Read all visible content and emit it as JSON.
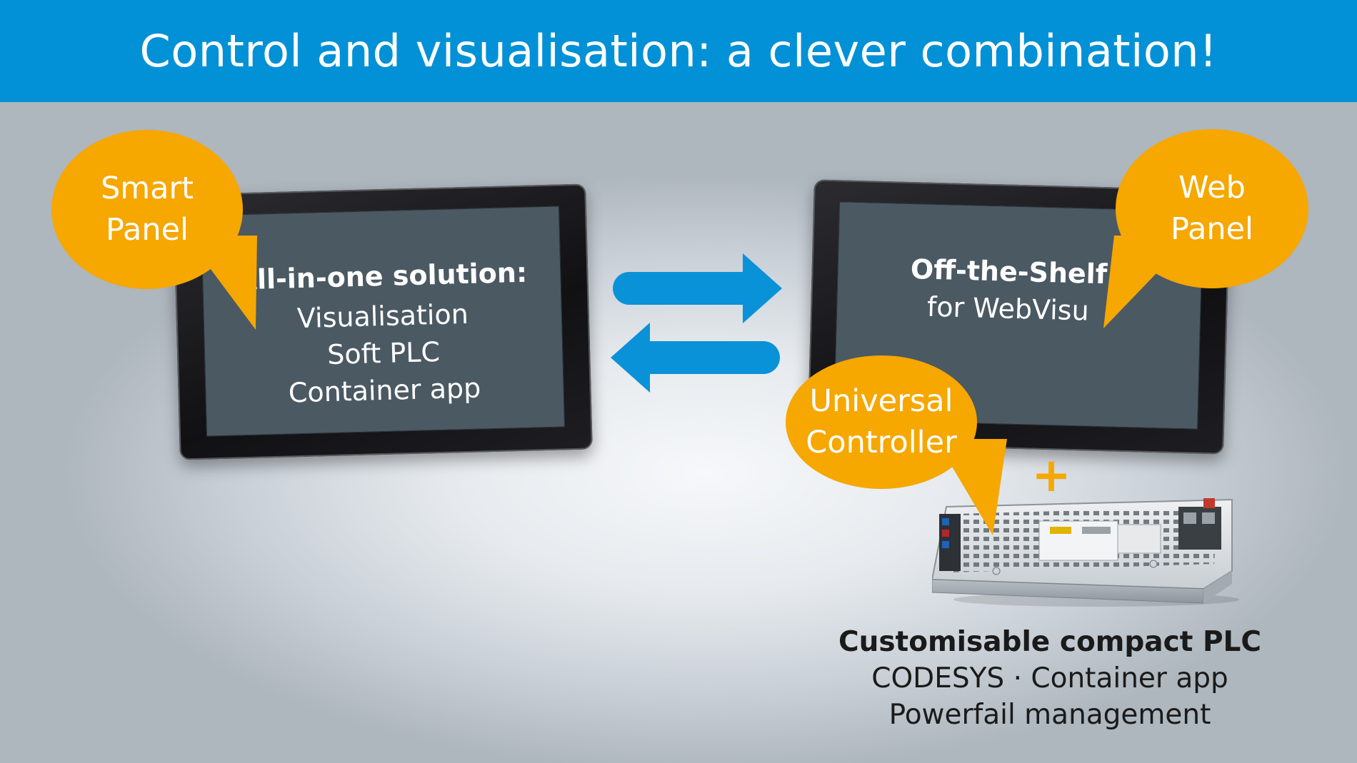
{
  "header": {
    "title": "Control and visualisation: a clever combination!"
  },
  "smart_panel": {
    "bubble_line1": "Smart",
    "bubble_line2": "Panel",
    "screen_heading": "All-in-one solution:",
    "screen_lines": [
      "Visualisation",
      "Soft PLC",
      "Container app"
    ]
  },
  "web_panel": {
    "bubble_line1": "Web",
    "bubble_line2": "Panel",
    "screen_heading": "Off-the-Shelf",
    "screen_sub": "for WebVisu"
  },
  "universal_controller": {
    "bubble_line1": "Universal",
    "bubble_line2": "Controller",
    "plus_symbol": "+"
  },
  "plc": {
    "caption_bold": "Customisable compact PLC",
    "caption_line2": "CODESYS · Container app",
    "caption_line3": "Powerfail management"
  },
  "icons": {
    "exchange": "exchange-arrows-icon",
    "plus": "plus-icon"
  },
  "colors": {
    "header_blue": "#0291d6",
    "bubble_orange": "#f6a700",
    "arrow_blue": "#0a92d8",
    "screen_gray": "#4b5963"
  }
}
